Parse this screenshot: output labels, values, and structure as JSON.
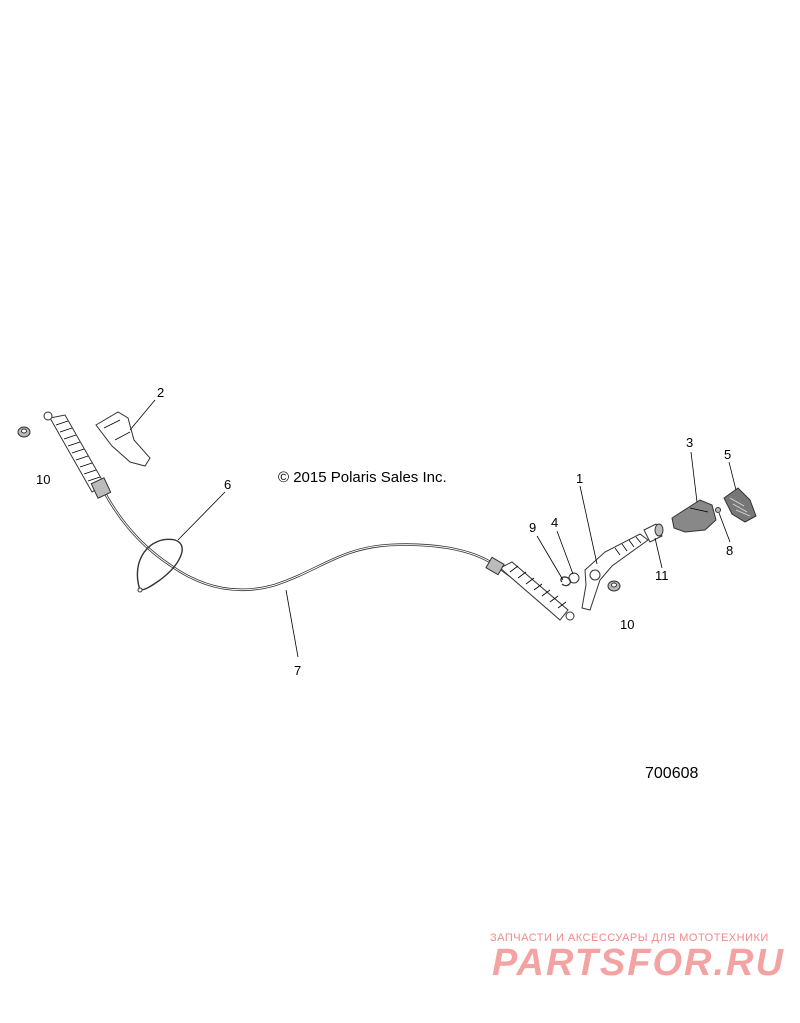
{
  "copyright": "© 2015 Polaris Sales Inc.",
  "diagram_number": "700608",
  "callouts": {
    "c1": "1",
    "c2": "2",
    "c3": "3",
    "c4": "4",
    "c5": "5",
    "c6": "6",
    "c7": "7",
    "c8": "8",
    "c9": "9",
    "c10a": "10",
    "c10b": "10",
    "c11": "11"
  },
  "watermark": {
    "tagline": "ЗАПЧАСТИ И АКСЕССУАРЫ ДЛЯ МОТОТЕХНИКИ",
    "brand": "PARTSFOR.RU",
    "color": "#f4a3a3"
  }
}
